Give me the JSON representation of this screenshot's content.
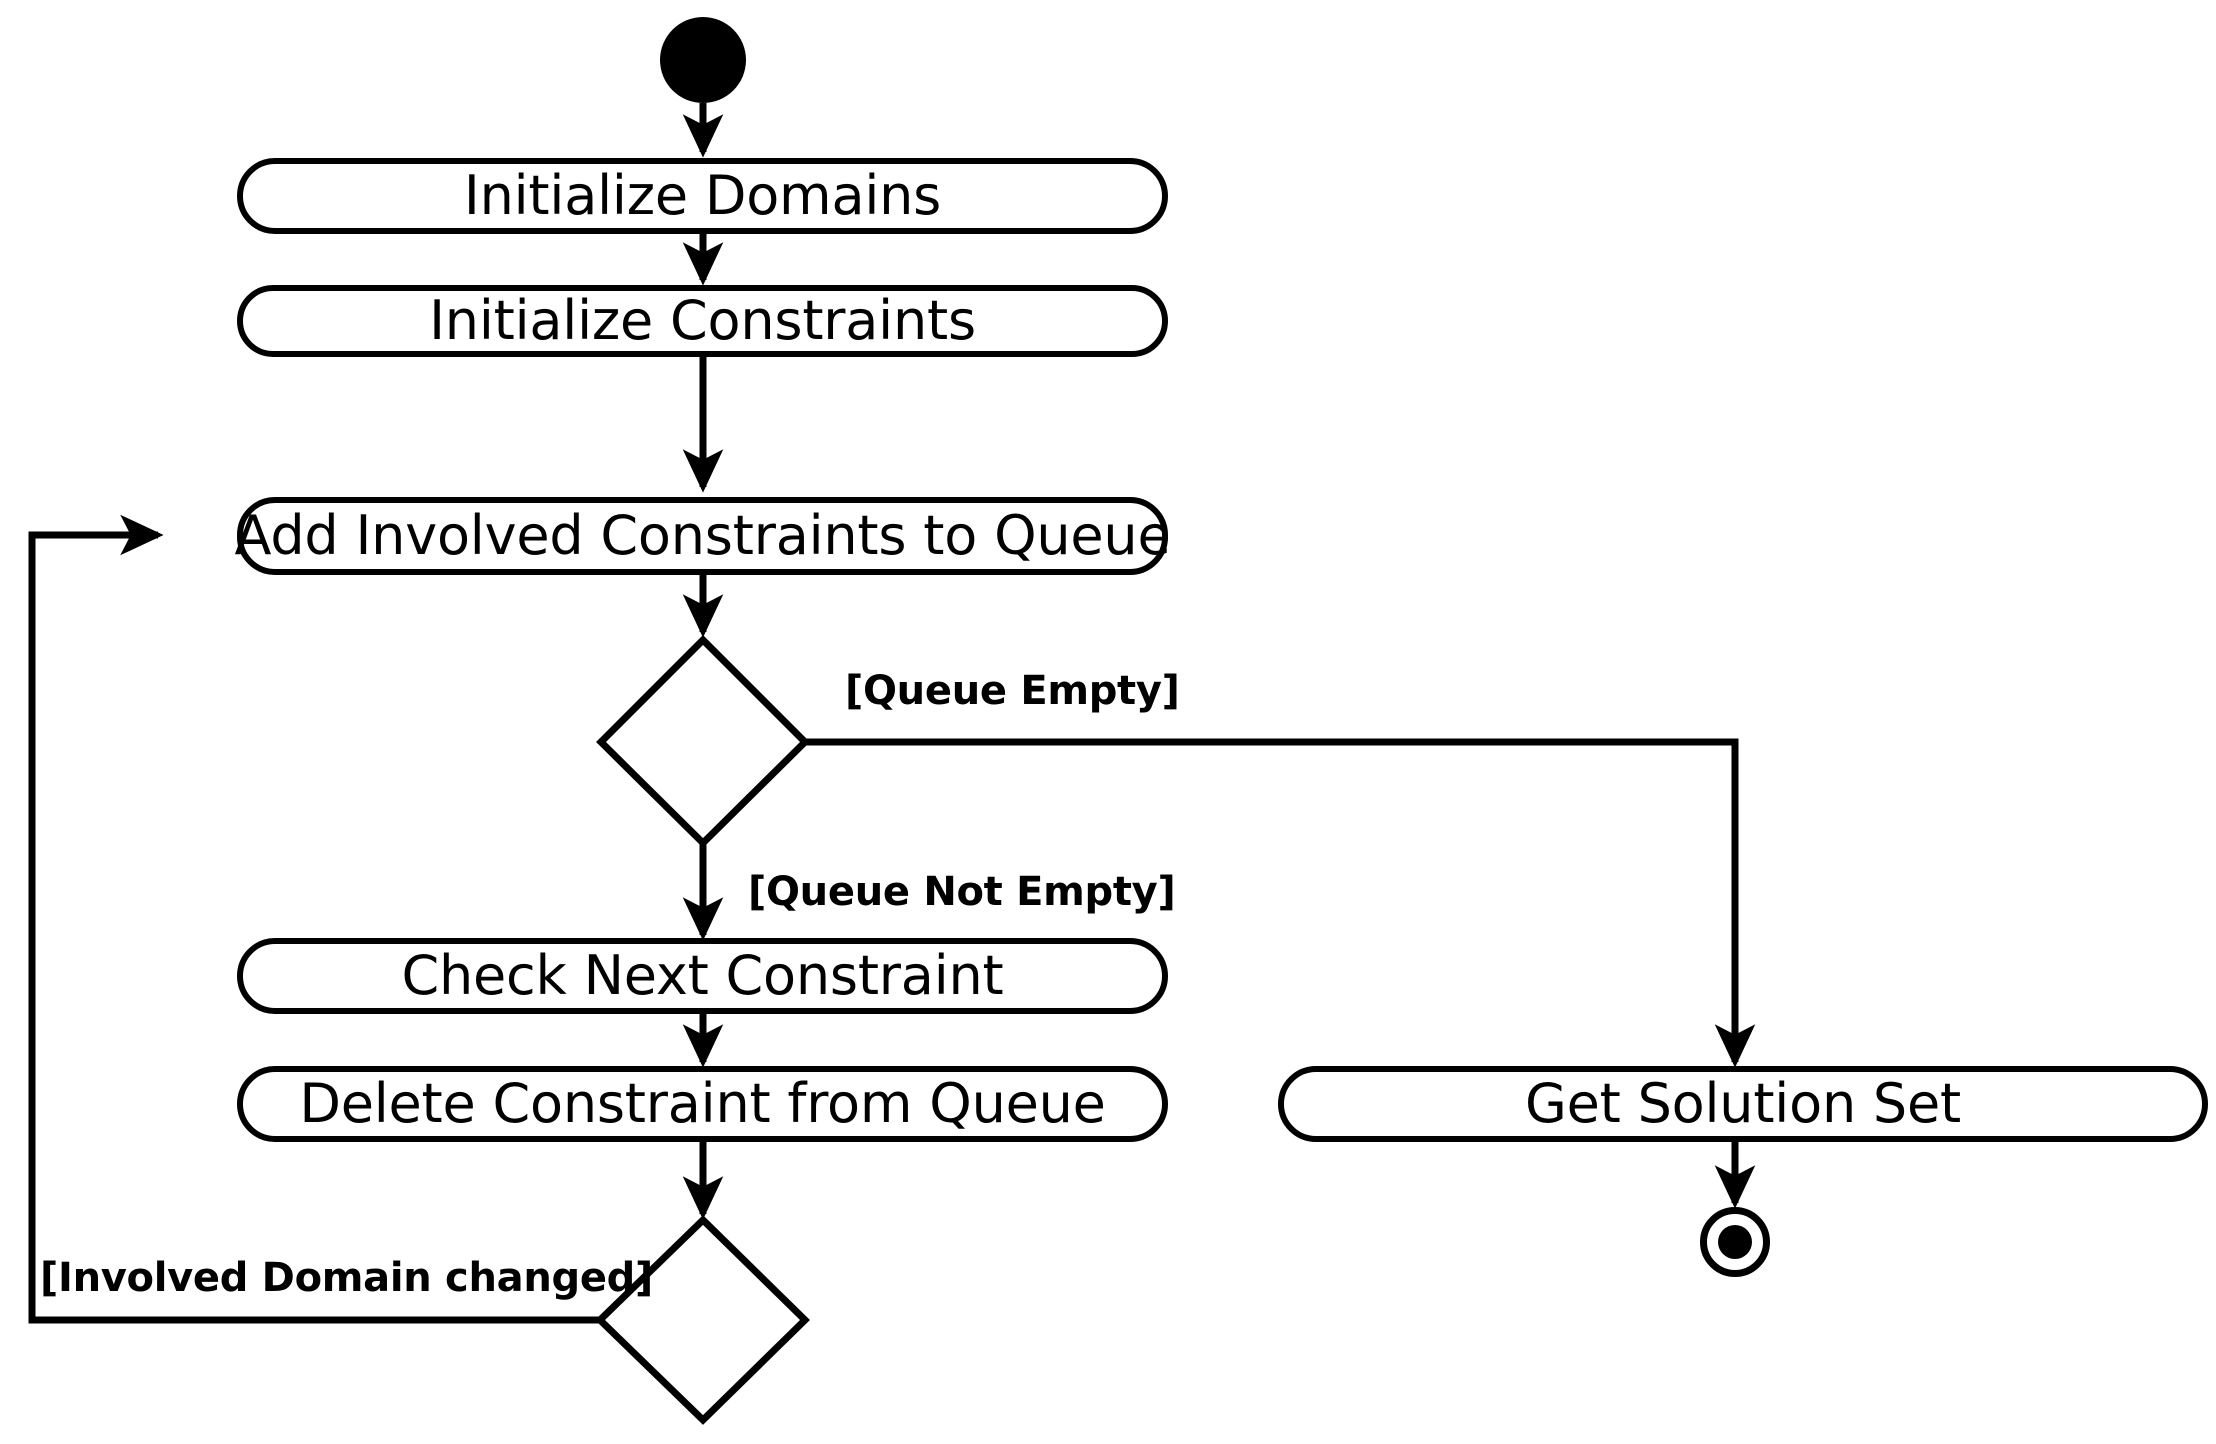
{
  "diagram": {
    "type": "uml-activity-diagram",
    "title": "Constraint Propagation Activity Diagram",
    "colors": {
      "stroke": "#000000",
      "fill": "#ffffff",
      "background": "#ffffff"
    },
    "nodes": {
      "initial": {
        "name": "initial-node",
        "label": ""
      },
      "action_1": {
        "label": "Initialize Domains"
      },
      "action_2": {
        "label": "Initialize Constraints"
      },
      "action_3": {
        "label": "Add Involved Constraints to Queue"
      },
      "decision_1": {
        "label": ""
      },
      "action_4": {
        "label": "Check Next Constraint"
      },
      "action_5": {
        "label": "Delete Constraint from Queue"
      },
      "decision_2": {
        "label": ""
      },
      "action_6": {
        "label": "Get Solution Set"
      },
      "final": {
        "name": "final-node",
        "label": ""
      }
    },
    "guards": {
      "queue_empty": "[Queue Empty]",
      "queue_not_empty": "[Queue Not Empty]",
      "involved_domain_changed": "[Involved Domain changed]"
    },
    "flows": [
      {
        "from": "initial",
        "to": "action_1",
        "guard": ""
      },
      {
        "from": "action_1",
        "to": "action_2",
        "guard": ""
      },
      {
        "from": "action_2",
        "to": "action_3",
        "guard": ""
      },
      {
        "from": "action_3",
        "to": "decision_1",
        "guard": ""
      },
      {
        "from": "decision_1",
        "to": "action_6",
        "guard": "[Queue Empty]"
      },
      {
        "from": "decision_1",
        "to": "action_4",
        "guard": "[Queue Not Empty]"
      },
      {
        "from": "action_4",
        "to": "action_5",
        "guard": ""
      },
      {
        "from": "action_5",
        "to": "decision_2",
        "guard": ""
      },
      {
        "from": "decision_2",
        "to": "action_3",
        "guard": "[Involved Domain changed]"
      },
      {
        "from": "action_6",
        "to": "final",
        "guard": ""
      }
    ]
  }
}
